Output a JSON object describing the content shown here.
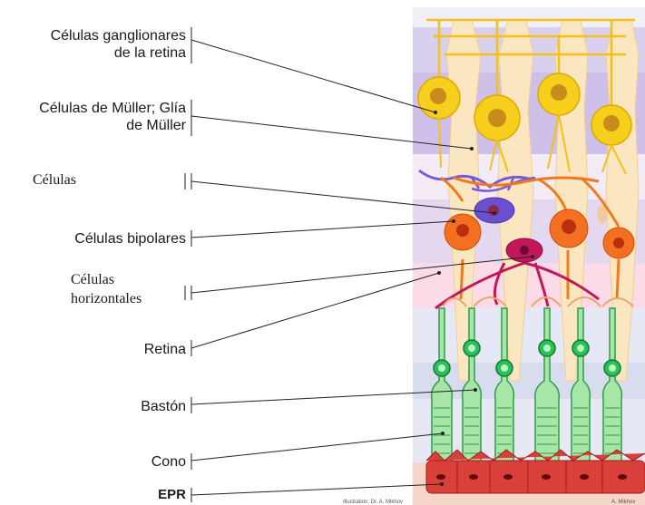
{
  "labels": {
    "ganglion_l1": "Células ganglionares",
    "ganglion_l2": "de la retina",
    "muller_l1": "Células de Müller; Glía",
    "muller_l2": "de Müller",
    "celulas": "Células",
    "bipolar": "Células bipolares",
    "horizontal_l1": "Células",
    "horizontal_l2": "horizontales",
    "retina": "Retina",
    "baston": "Bastón",
    "cono": "Cono",
    "epr": "EPR"
  },
  "credits": {
    "left": "Illustration: Dr. A. Mikhov",
    "right": "A. Mikhov"
  },
  "colors": {
    "ganglion": "#f5cf1c",
    "muller": "#fbe6c2",
    "amacrine": "#7a5ad8",
    "bipolar": "#f2701f",
    "horizontal": "#c2185b",
    "photoreceptor": "#a8e6a8",
    "rpe": "#d9403a"
  }
}
